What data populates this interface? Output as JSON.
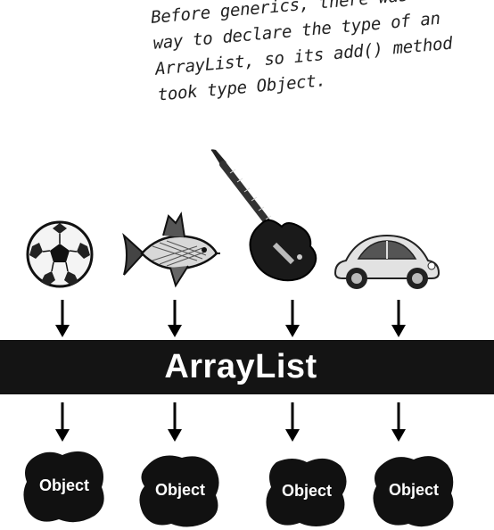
{
  "annotation": {
    "lines": [
      "Before generics, there was no",
      "way to declare the type of an",
      "ArrayList, so its add() method",
      "took type Object."
    ]
  },
  "list": {
    "label": "ArrayList"
  },
  "objects": [
    "Object",
    "Object",
    "Object",
    "Object"
  ],
  "icons": [
    "soccer-ball-icon",
    "fish-icon",
    "guitar-icon",
    "car-icon"
  ],
  "colors": {
    "bar": "#141414",
    "blob": "#111111",
    "text_on_dark": "#ffffff"
  }
}
